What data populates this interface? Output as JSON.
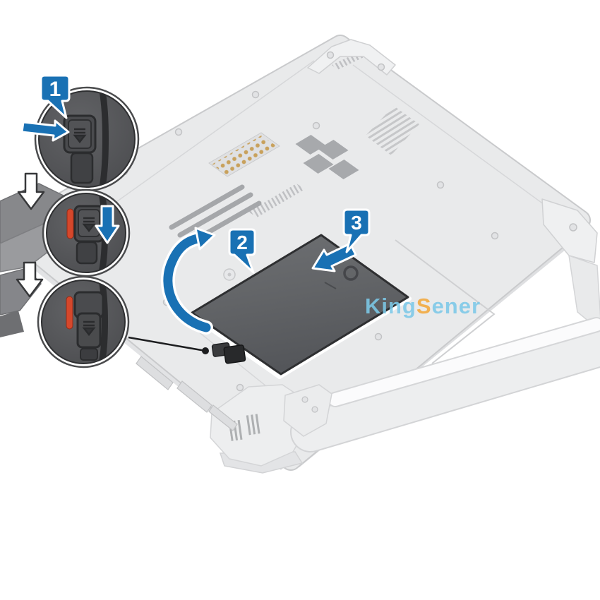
{
  "steps": [
    {
      "number": "1"
    },
    {
      "number": "2"
    },
    {
      "number": "3"
    }
  ],
  "watermark": {
    "segments": [
      {
        "text": "King",
        "color": "#7CC9E8"
      },
      {
        "text": "S",
        "color": "#F3A93C"
      },
      {
        "text": "ener",
        "color": "#7CC9E8"
      }
    ]
  },
  "colors": {
    "accent_blue": "#1971B4",
    "latch_red": "#D5472B",
    "callout_bg": "#56575A",
    "callout_ring": "#FFFFFF",
    "battery_gray": "#606265",
    "laptop_gray": "#E9EAEB",
    "outline_dark": "#3B3C3E"
  }
}
